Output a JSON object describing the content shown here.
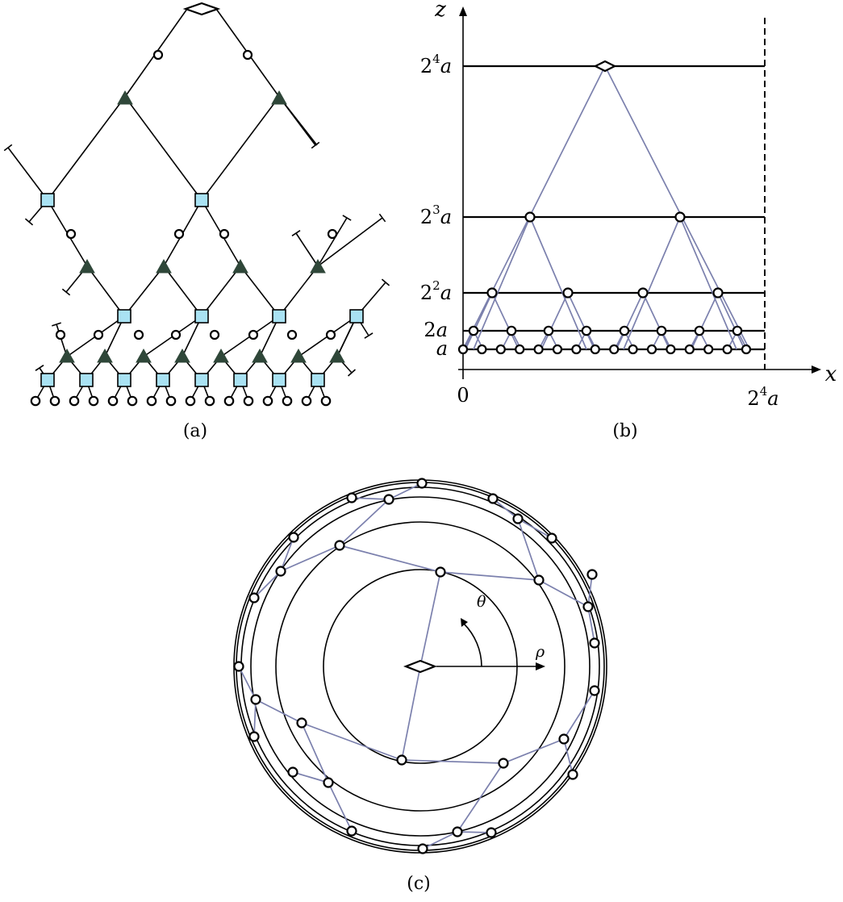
{
  "figure": {
    "panels": [
      {
        "id": "a",
        "caption": "(a)"
      },
      {
        "id": "b",
        "caption": "(b)"
      },
      {
        "id": "c",
        "caption": "(c)"
      }
    ]
  },
  "panel_b": {
    "axis_z": "z",
    "axis_x": "x",
    "x_origin": "0",
    "x_end": {
      "base": "2",
      "exp": "4",
      "var": "a"
    },
    "levels": [
      {
        "base": "2",
        "exp": "4",
        "var": "a"
      },
      {
        "base": "2",
        "exp": "3",
        "var": "a"
      },
      {
        "base": "2",
        "exp": "2",
        "var": "a"
      },
      {
        "base": "2",
        "exp": "",
        "var": "a"
      },
      {
        "base": "",
        "exp": "",
        "var": "a"
      }
    ]
  },
  "panel_c": {
    "angle_label": "θ",
    "radius_label": "ρ"
  },
  "colors": {
    "disentangler": "#a9e2f3",
    "isometry": "#2f4739",
    "geodesic": "#7b80ad"
  }
}
